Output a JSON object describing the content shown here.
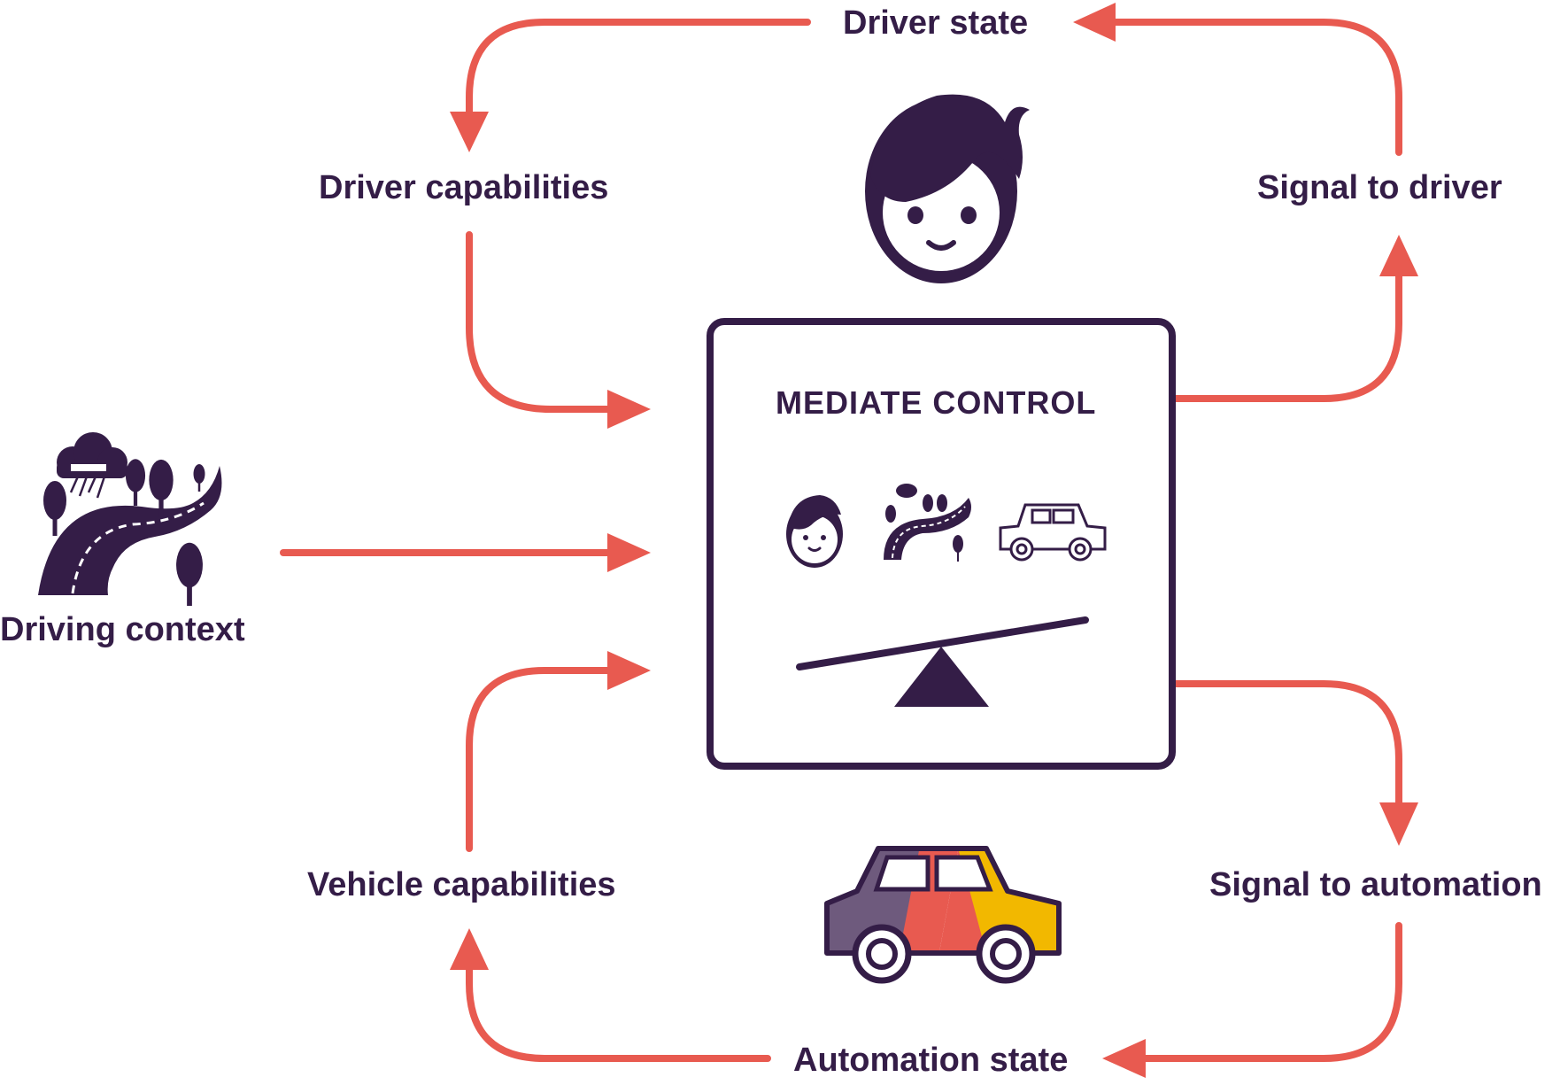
{
  "colors": {
    "ink": "#341d47",
    "arrow": "#e85a50",
    "car_purple": "#6e5a7d",
    "car_red": "#e85a50",
    "car_yellow": "#f2b800",
    "background": "#ffffff"
  },
  "center": {
    "title": "MEDIATE CONTROL",
    "icons": [
      "face-icon",
      "road-context-icon",
      "car-outline-icon",
      "seesaw-balance-icon"
    ]
  },
  "labels": {
    "driver_state": "Driver state",
    "driver_capabilities": "Driver capabilities",
    "signal_to_driver": "Signal to driver",
    "driving_context": "Driving context",
    "vehicle_capabilities": "Vehicle capabilities",
    "signal_to_automation": "Signal to automation",
    "automation_state": "Automation state"
  },
  "icons": {
    "driver": "driver-face-icon",
    "context": "driving-context-landscape-icon",
    "vehicle": "tricolor-car-icon"
  }
}
